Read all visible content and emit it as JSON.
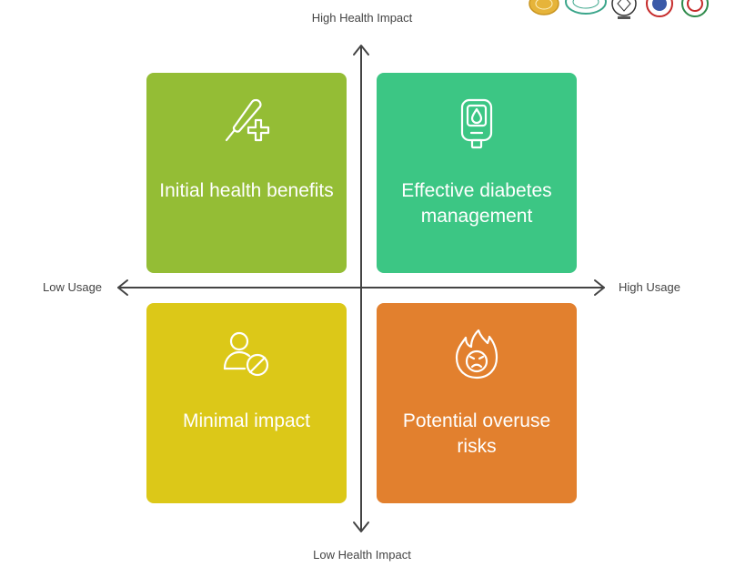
{
  "axes": {
    "top": "High Health Impact",
    "bottom": "Low Health Impact",
    "left": "Low Usage",
    "right": "High Usage"
  },
  "quadrants": {
    "top_left": {
      "text": "Initial health benefits",
      "icon": "thermometer-plus-icon",
      "color": "#94bd35"
    },
    "top_right": {
      "text": "Effective diabetes management",
      "icon": "glucose-meter-icon",
      "color": "#3cc684"
    },
    "bottom_left": {
      "text": "Minimal impact",
      "icon": "user-blocked-icon",
      "color": "#dcc818"
    },
    "bottom_right": {
      "text": "Potential overuse risks",
      "icon": "angry-flame-face-icon",
      "color": "#e2802e"
    }
  },
  "colors": {
    "axis": "#444444"
  }
}
